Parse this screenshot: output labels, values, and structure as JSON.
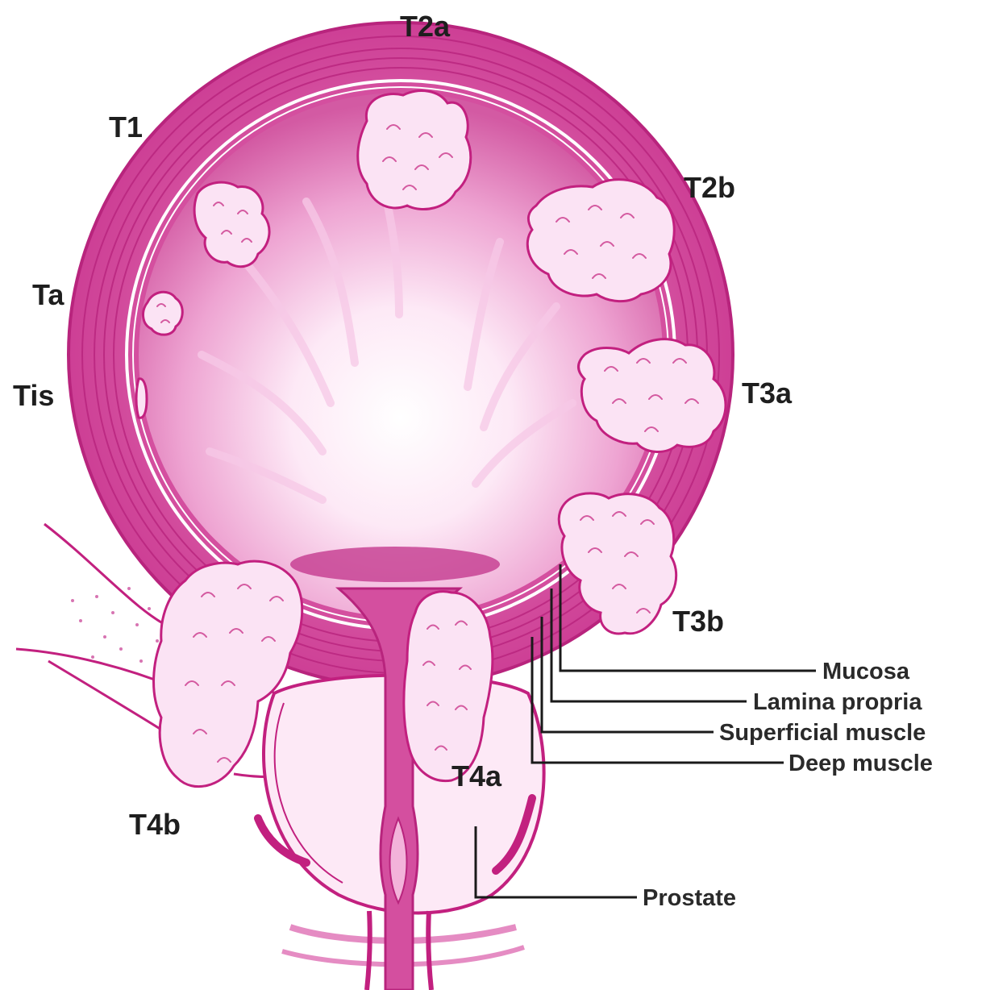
{
  "stages": {
    "t2a": "T2a",
    "t1": "T1",
    "t2b": "T2b",
    "ta": "Ta",
    "tis": "Tis",
    "t3a": "T3a",
    "t3b": "T3b",
    "t4a": "T4a",
    "t4b": "T4b"
  },
  "layers": {
    "mucosa": "Mucosa",
    "lamina_propria": "Lamina propria",
    "superficial_muscle": "Superficial muscle",
    "deep_muscle": "Deep muscle",
    "prostate": "Prostate"
  },
  "colors": {
    "wall": "#d9489e",
    "wall_dark": "#b8247d",
    "lumen": "#e68ac4",
    "tumor": "#fbe3f4",
    "text": "#1e1e1e"
  }
}
